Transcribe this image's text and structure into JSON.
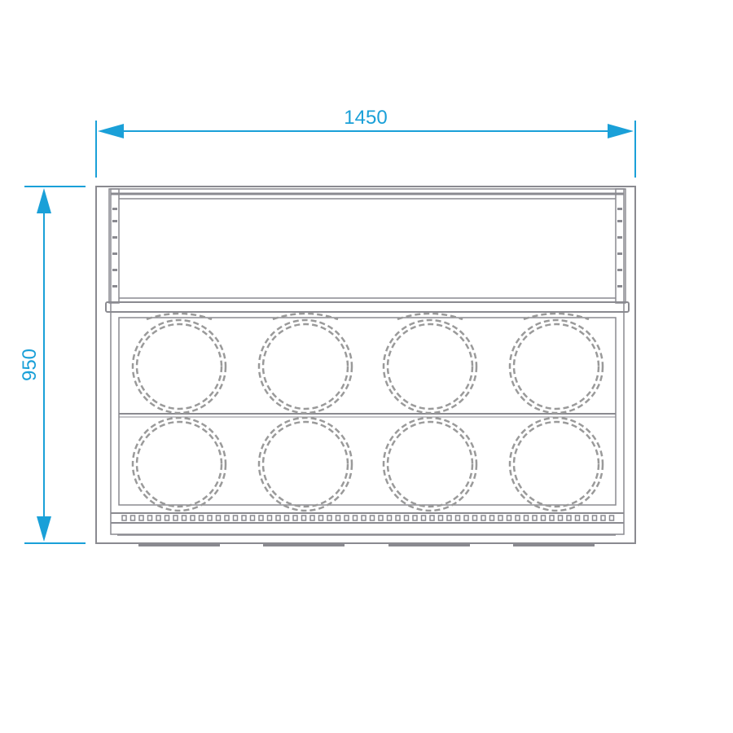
{
  "dimensions": {
    "width_label": "1450",
    "height_label": "950"
  },
  "colors": {
    "dimension": "#1aa0d8",
    "outline": "#8a8a90",
    "dashed": "#9a9a9a"
  },
  "layout_summary": {
    "rows": 2,
    "columns": 4
  }
}
